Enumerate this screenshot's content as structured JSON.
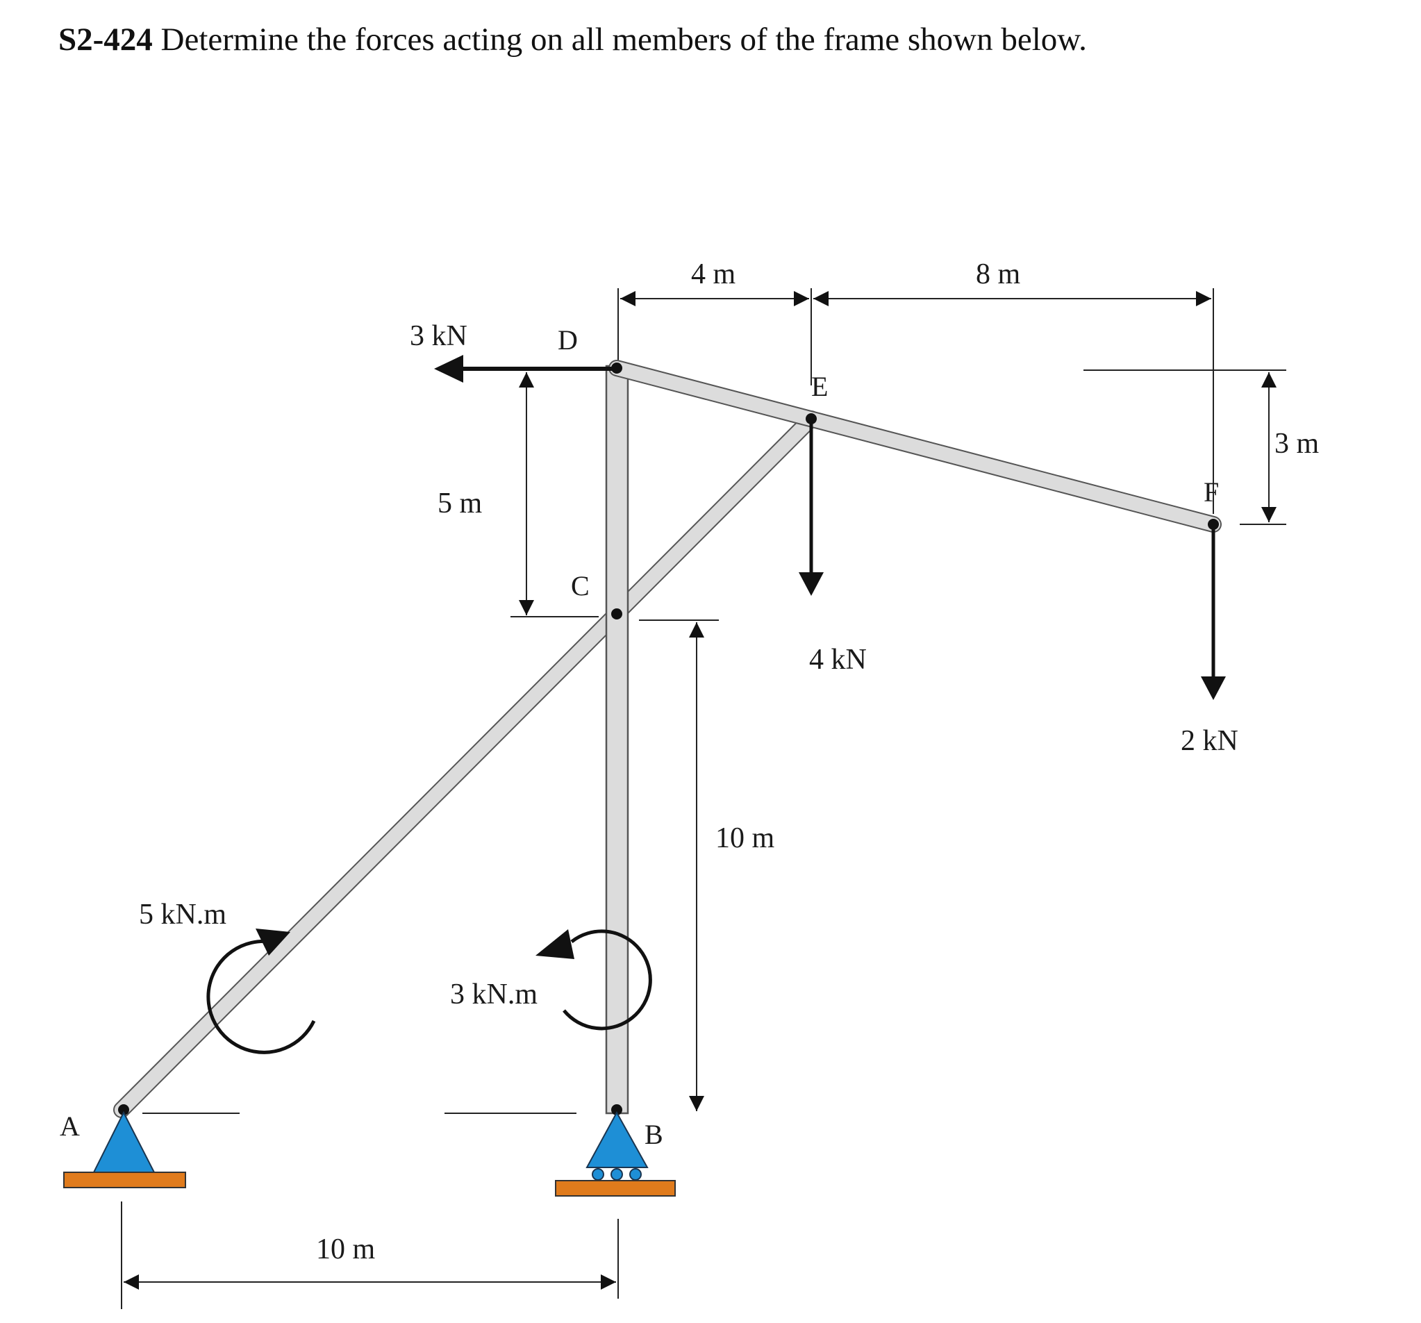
{
  "problem": {
    "number": "S2-424",
    "statement": "Determine the forces acting on all members of the frame shown below."
  },
  "points": {
    "A": "A",
    "B": "B",
    "C": "C",
    "D": "D",
    "E": "E",
    "F": "F"
  },
  "loads": {
    "force_D": "3 kN",
    "force_E": "4 kN",
    "force_F": "2 kN",
    "moment_AE": "5 kN.m",
    "moment_BD": "3 kN.m"
  },
  "dimensions": {
    "D_to_E": "4 m",
    "E_to_F": "8 m",
    "D_to_C": "5 m",
    "C_to_B": "10 m",
    "A_to_B": "10 m",
    "D_to_F_drop": "3 m"
  },
  "colors": {
    "member_fill": "#dcdcdc",
    "member_edge": "#555555",
    "support": "#1e8fd6",
    "ground": "#e07b1c",
    "ink": "#111111"
  }
}
